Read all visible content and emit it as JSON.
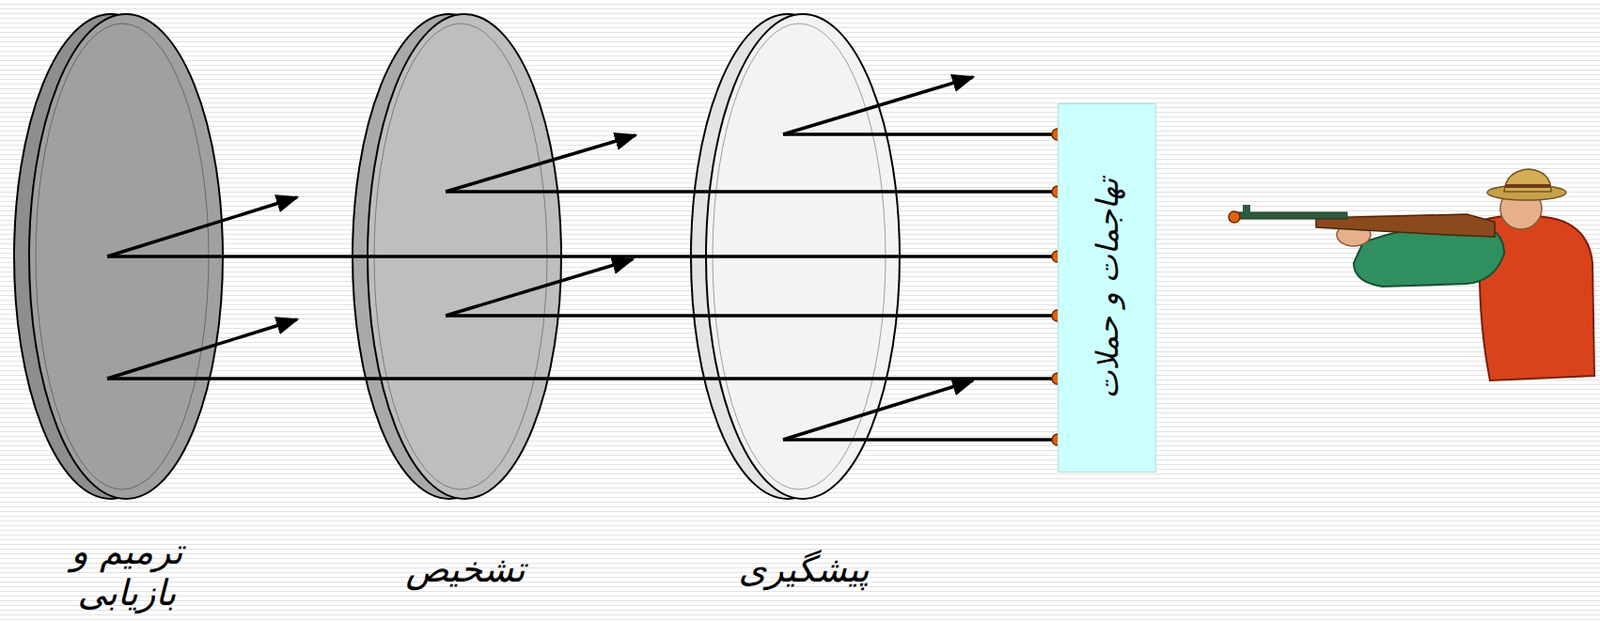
{
  "diagram": {
    "nodes": [
      {
        "text": [
          "ترمیم و بازیابی"
        ]
      },
      {
        "text": [
          "تشخیص"
        ]
      },
      {
        "text": [
          "پیشگیری"
        ]
      },
      {
        "text": [
          "تهاجمات و حملات"
        ]
      }
    ],
    "edges": [
      {
        "from": 3,
        "to": 2,
        "arrow": "none"
      },
      {
        "from": 3,
        "to": 1,
        "arrow": "none"
      },
      {
        "from": 3,
        "to": 0,
        "arrow": "none"
      },
      {
        "from": 3,
        "to": 1,
        "arrow": "none"
      },
      {
        "from": 3,
        "to": 0,
        "arrow": "none"
      },
      {
        "from": 3,
        "to": 2,
        "arrow": "none"
      }
    ]
  }
}
